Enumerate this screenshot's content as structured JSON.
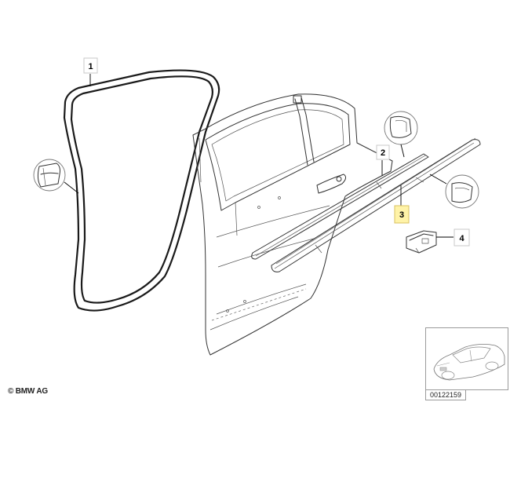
{
  "callouts": [
    {
      "label": "1",
      "highlighted": false
    },
    {
      "label": "2",
      "highlighted": false
    },
    {
      "label": "3",
      "highlighted": true
    },
    {
      "label": "4",
      "highlighted": false
    }
  ],
  "copyright": "© BMW AG",
  "thumbnail": {
    "image_id": "00122159"
  },
  "colors": {
    "highlight_fill": "#fff3a8",
    "line": "#1a1a1a"
  }
}
